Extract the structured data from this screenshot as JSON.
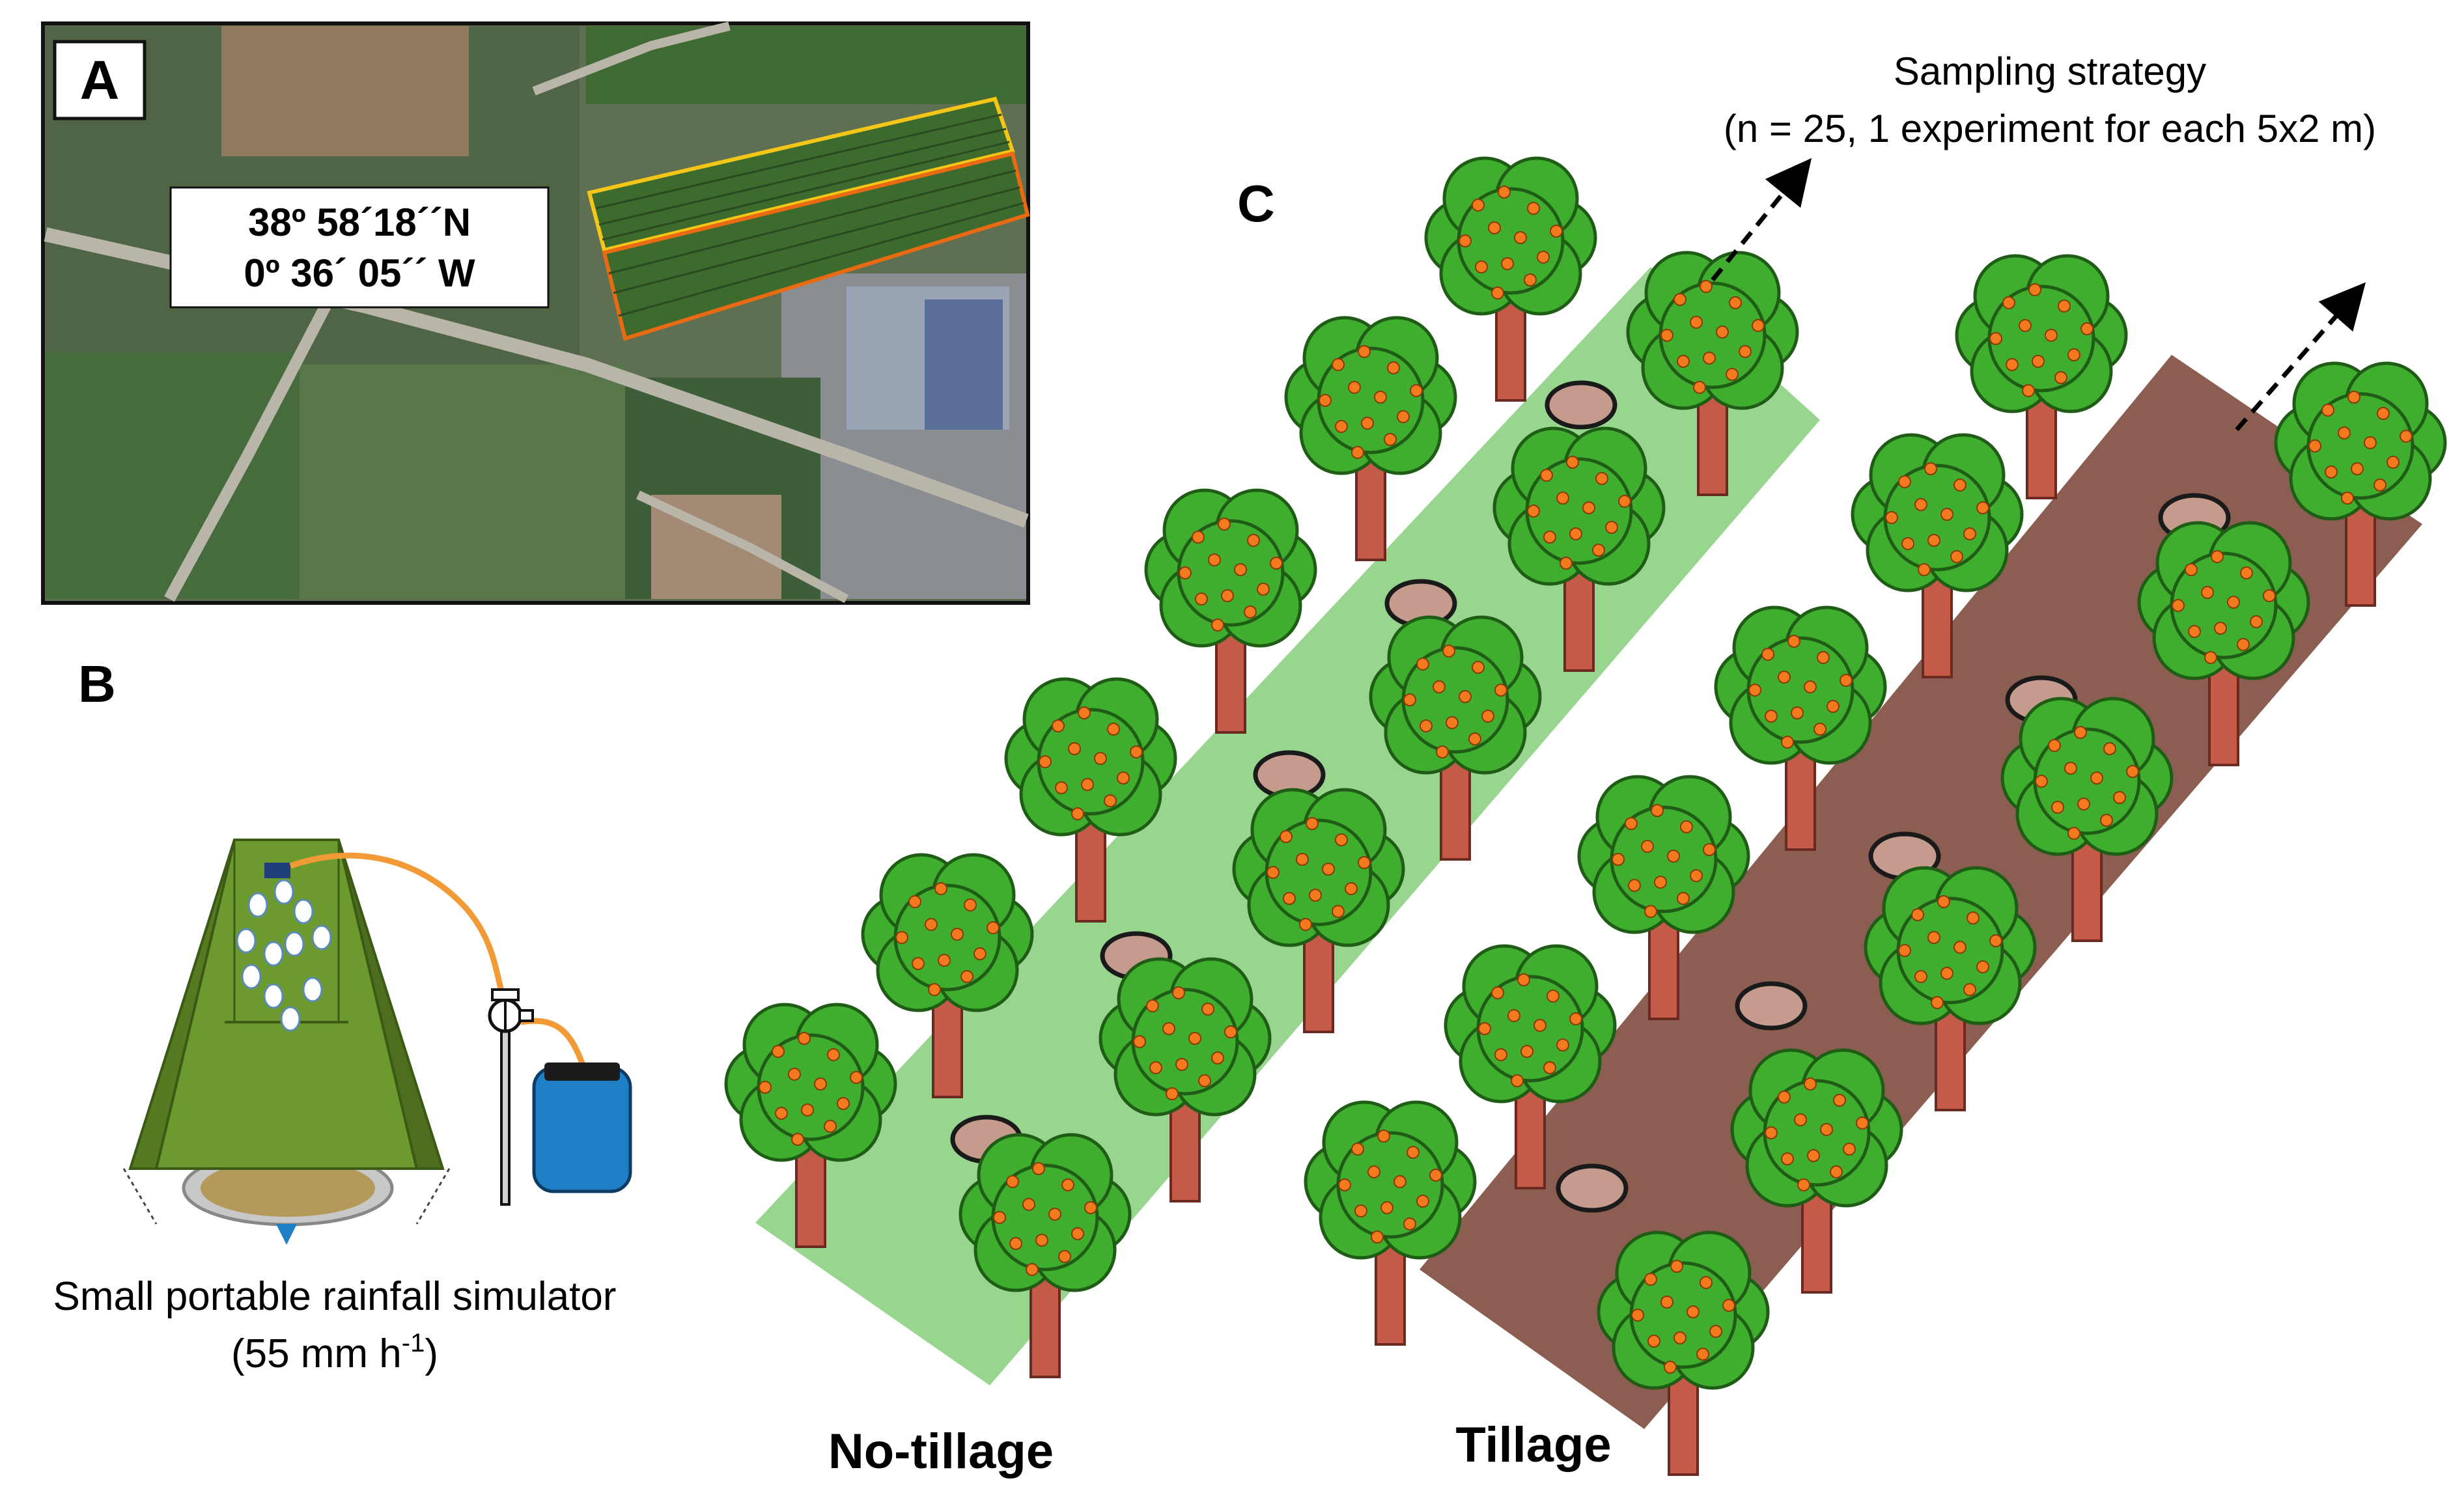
{
  "panels": {
    "a": {
      "label": "A",
      "coord_lat": "38º 58´18´´N",
      "coord_lon": "0º 36´ 05´´ W"
    },
    "b": {
      "label": "B",
      "caption_line1": "Small portable rainfall simulator",
      "caption_line2_main": "(55 mm h",
      "caption_line2_sup": "-1",
      "caption_line2_end": ")"
    },
    "c": {
      "label": "C",
      "strategy_line1": "Sampling strategy",
      "strategy_line2": "(n = 25, 1 experiment for each 5x2 m)",
      "plot_left_label": "No-tillage",
      "plot_right_label": "Tillage"
    }
  },
  "colors": {
    "no_tillage_ground": "#98d68f",
    "tillage_ground": "#8c5e52",
    "canopy": "#3fae2e",
    "canopy_outline": "#1f5c16",
    "trunk": "#c45a47",
    "fruit": "#f47a20",
    "sample_ring": "#c49b8c",
    "simulator_body": "#6d9a2e",
    "tank": "#1f7fc5",
    "hose": "#f29a36",
    "roi_yellow": "#f5c518",
    "roi_orange": "#e86a12"
  }
}
